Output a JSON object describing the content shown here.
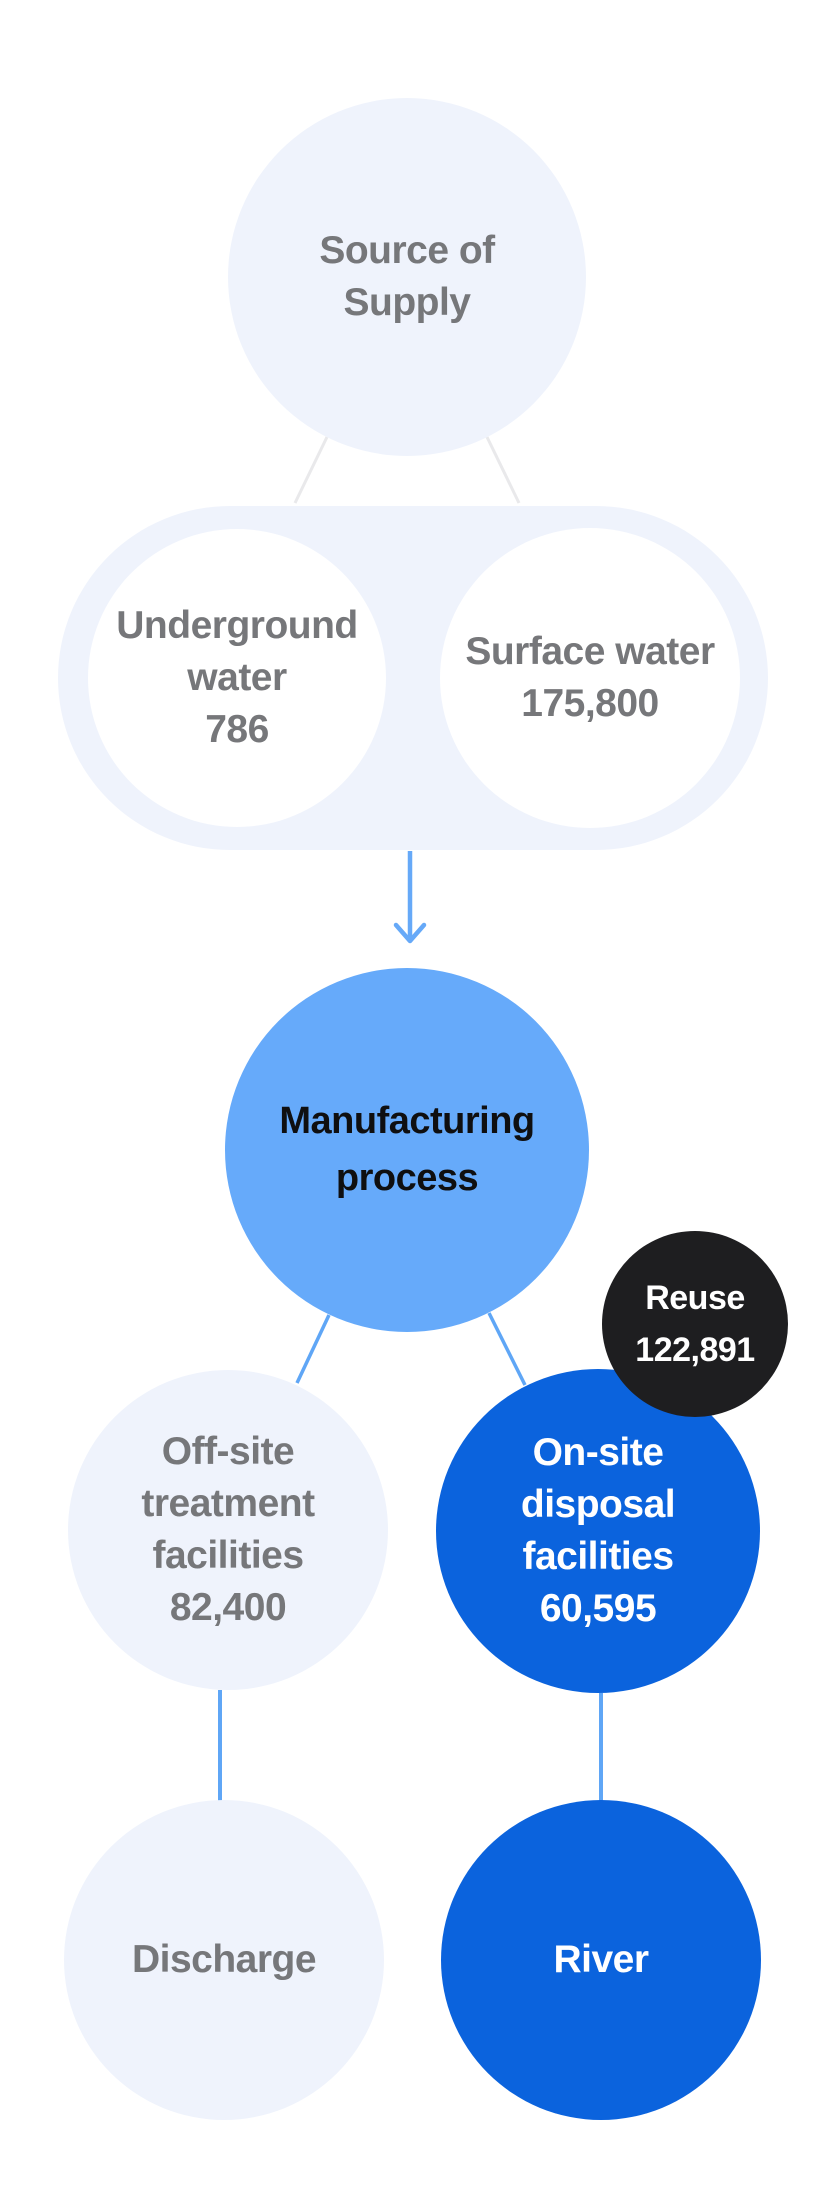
{
  "diagram": {
    "name": "water-flow-diagram",
    "nodes": {
      "source": {
        "lines": [
          "Source of",
          "Supply"
        ]
      },
      "underground": {
        "lines": [
          "Underground",
          "water"
        ],
        "value": "786"
      },
      "surface": {
        "lines": [
          "Surface water"
        ],
        "value": "175,800"
      },
      "manufacturing": {
        "lines": [
          "Manufacturing",
          "process"
        ]
      },
      "reuse": {
        "lines": [
          "Reuse"
        ],
        "value": "122,891"
      },
      "offsite": {
        "lines": [
          "Off-site",
          "treatment",
          "facilities"
        ],
        "value": "82,400"
      },
      "onsite": {
        "lines": [
          "On-site",
          "disposal",
          "facilities"
        ],
        "value": "60,595"
      },
      "discharge": {
        "lines": [
          "Discharge"
        ]
      },
      "river": {
        "lines": [
          "River"
        ]
      }
    },
    "colors": {
      "light_node": "#EFF3FC",
      "white_node": "#FFFFFF",
      "medium_blue_node": "#66AAFA",
      "strong_blue_node": "#0B63DD",
      "black_node": "#1E1E20",
      "gray_text": "#76777A",
      "dark_text": "#0F0F10",
      "white_text": "#FFFFFF",
      "blue_connector": "#5FA6F6",
      "gray_connector": "#E9E9EB",
      "arrow": "#66A9F8",
      "background": "#FFFFFF"
    }
  }
}
